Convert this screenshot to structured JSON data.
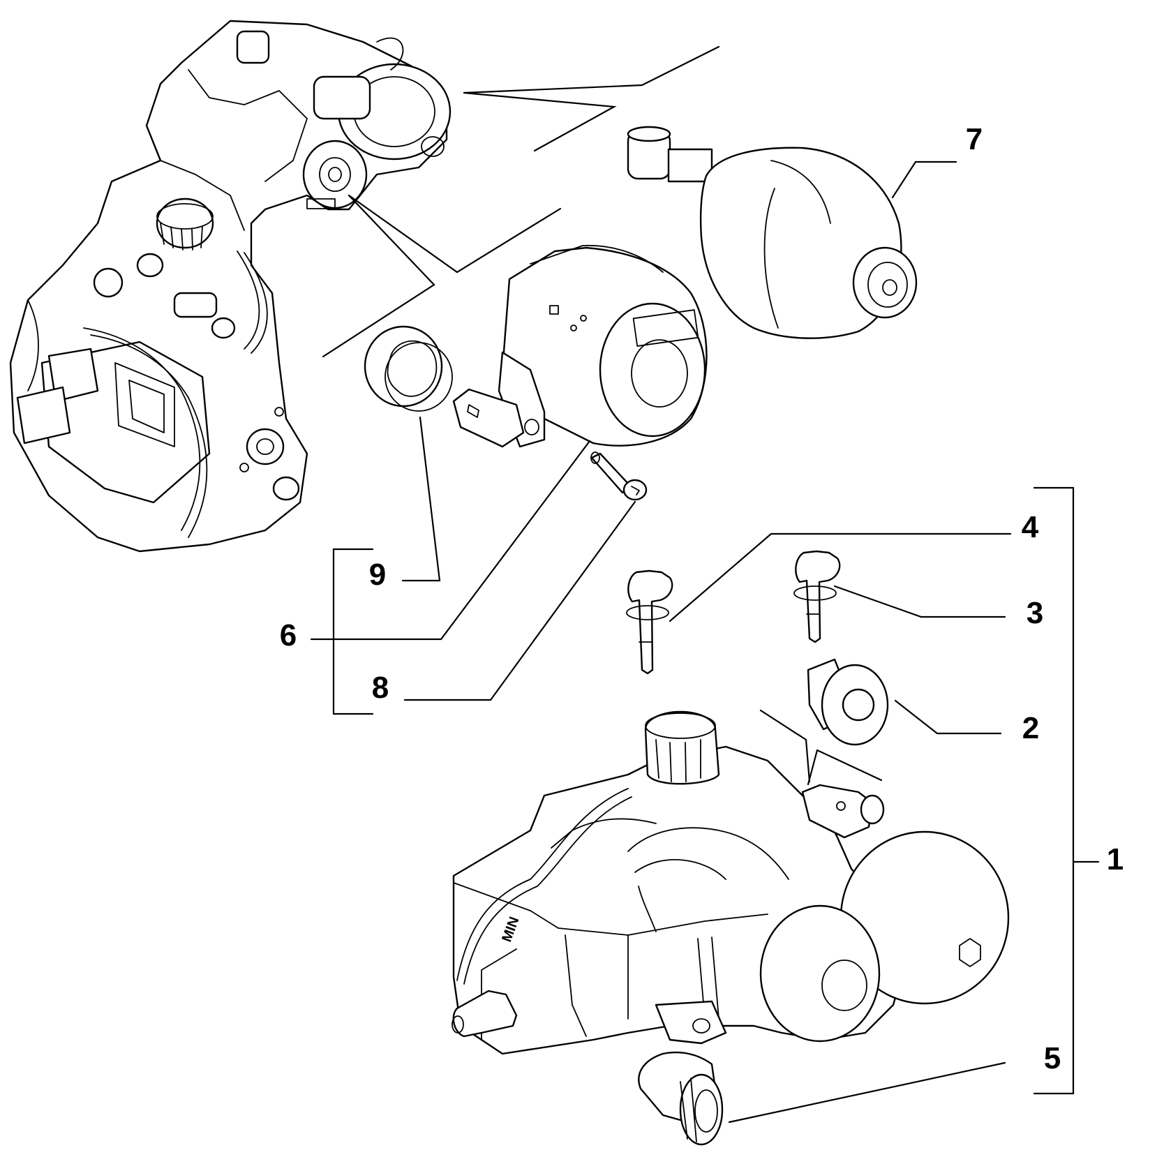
{
  "callouts": {
    "c1": "1",
    "c2": "2",
    "c3": "3",
    "c4": "4",
    "c5": "5",
    "c6": "6",
    "c7": "7",
    "c8": "8",
    "c9": "9"
  },
  "reservoir_marking": "MIN",
  "colors": {
    "line": "#000000",
    "background": "#ffffff"
  }
}
